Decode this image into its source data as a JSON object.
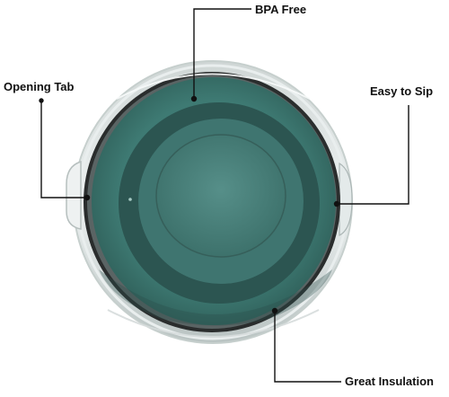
{
  "callouts": {
    "bpa_free": "BPA Free",
    "opening_tab": "Opening Tab",
    "easy_to_sip": "Easy to Sip",
    "great_insulation": "Great Insulation"
  },
  "colors": {
    "teal_outer": "#4f9189",
    "teal_mid": "#3f7a73",
    "teal_dark": "#264b47",
    "teal_center": "#4a8580",
    "rim_gray": "#9aa3a2",
    "leader_line": "#111111"
  }
}
